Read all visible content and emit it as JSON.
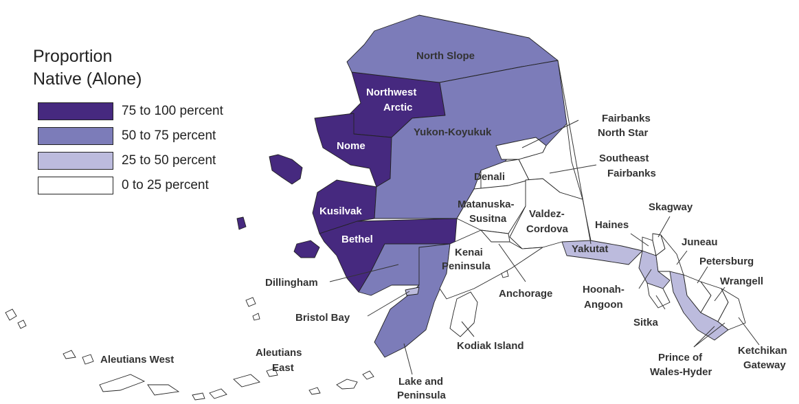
{
  "legend": {
    "title_line1": "Proportion",
    "title_line2": "Native (Alone)",
    "classes": [
      {
        "label": "75 to 100 percent",
        "color": "#46297f"
      },
      {
        "label": "50 to 75 percent",
        "color": "#7c7cb9"
      },
      {
        "label": "25 to 50 percent",
        "color": "#bcbbdd"
      },
      {
        "label": "0 to 25 percent",
        "color": "#ffffff"
      }
    ]
  },
  "regions": [
    {
      "name": "North Slope",
      "class": 1
    },
    {
      "name": "Northwest Arctic",
      "class": 0
    },
    {
      "name": "Nome",
      "class": 0
    },
    {
      "name": "Yukon-Koyukuk",
      "class": 1
    },
    {
      "name": "Kusilvak",
      "class": 0
    },
    {
      "name": "Bethel",
      "class": 0
    },
    {
      "name": "Dillingham",
      "class": 1
    },
    {
      "name": "Bristol Bay",
      "class": 2
    },
    {
      "name": "Lake and Peninsula",
      "class": 1
    },
    {
      "name": "Aleutians East",
      "class": 3
    },
    {
      "name": "Aleutians West",
      "class": 3
    },
    {
      "name": "Kodiak Island",
      "class": 3
    },
    {
      "name": "Kenai Peninsula",
      "class": 3
    },
    {
      "name": "Anchorage",
      "class": 3
    },
    {
      "name": "Matanuska-Susitna",
      "class": 3
    },
    {
      "name": "Denali",
      "class": 3
    },
    {
      "name": "Valdez-Cordova",
      "class": 3
    },
    {
      "name": "Fairbanks North Star",
      "class": 3
    },
    {
      "name": "Southeast Fairbanks",
      "class": 3
    },
    {
      "name": "Yakutat",
      "class": 2
    },
    {
      "name": "Haines",
      "class": 3
    },
    {
      "name": "Skagway",
      "class": 3
    },
    {
      "name": "Juneau",
      "class": 3
    },
    {
      "name": "Hoonah-Angoon",
      "class": 2
    },
    {
      "name": "Sitka",
      "class": 3
    },
    {
      "name": "Petersburg",
      "class": 3
    },
    {
      "name": "Wrangell",
      "class": 3
    },
    {
      "name": "Prince of Wales-Hyder",
      "class": 2
    },
    {
      "name": "Ketchikan Gateway",
      "class": 3
    }
  ],
  "labels": {
    "north_slope": "North Slope",
    "nw_arctic_1": "Northwest",
    "nw_arctic_2": "Arctic",
    "nome": "Nome",
    "yukon": "Yukon-Koyukuk",
    "kusilvak": "Kusilvak",
    "bethel": "Bethel",
    "dillingham": "Dillingham",
    "bristol": "Bristol Bay",
    "lake_1": "Lake and",
    "lake_2": "Peninsula",
    "aleut_east_1": "Aleutians",
    "aleut_east_2": "East",
    "aleut_west": "Aleutians West",
    "kodiak": "Kodiak Island",
    "kenai_1": "Kenai",
    "kenai_2": "Peninsula",
    "anchorage": "Anchorage",
    "matsu_1": "Matanuska-",
    "matsu_2": "Susitna",
    "denali": "Denali",
    "valdez_1": "Valdez-",
    "valdez_2": "Cordova",
    "fairbanks_1": "Fairbanks",
    "fairbanks_2": "North Star",
    "sefairbanks_1": "Southeast",
    "sefairbanks_2": "Fairbanks",
    "yakutat": "Yakutat",
    "haines": "Haines",
    "skagway": "Skagway",
    "juneau": "Juneau",
    "hoonah_1": "Hoonah-",
    "hoonah_2": "Angoon",
    "sitka": "Sitka",
    "petersburg": "Petersburg",
    "wrangell": "Wrangell",
    "pow_1": "Prince of",
    "pow_2": "Wales-Hyder",
    "ketchikan_1": "Ketchikan",
    "ketchikan_2": "Gateway"
  }
}
